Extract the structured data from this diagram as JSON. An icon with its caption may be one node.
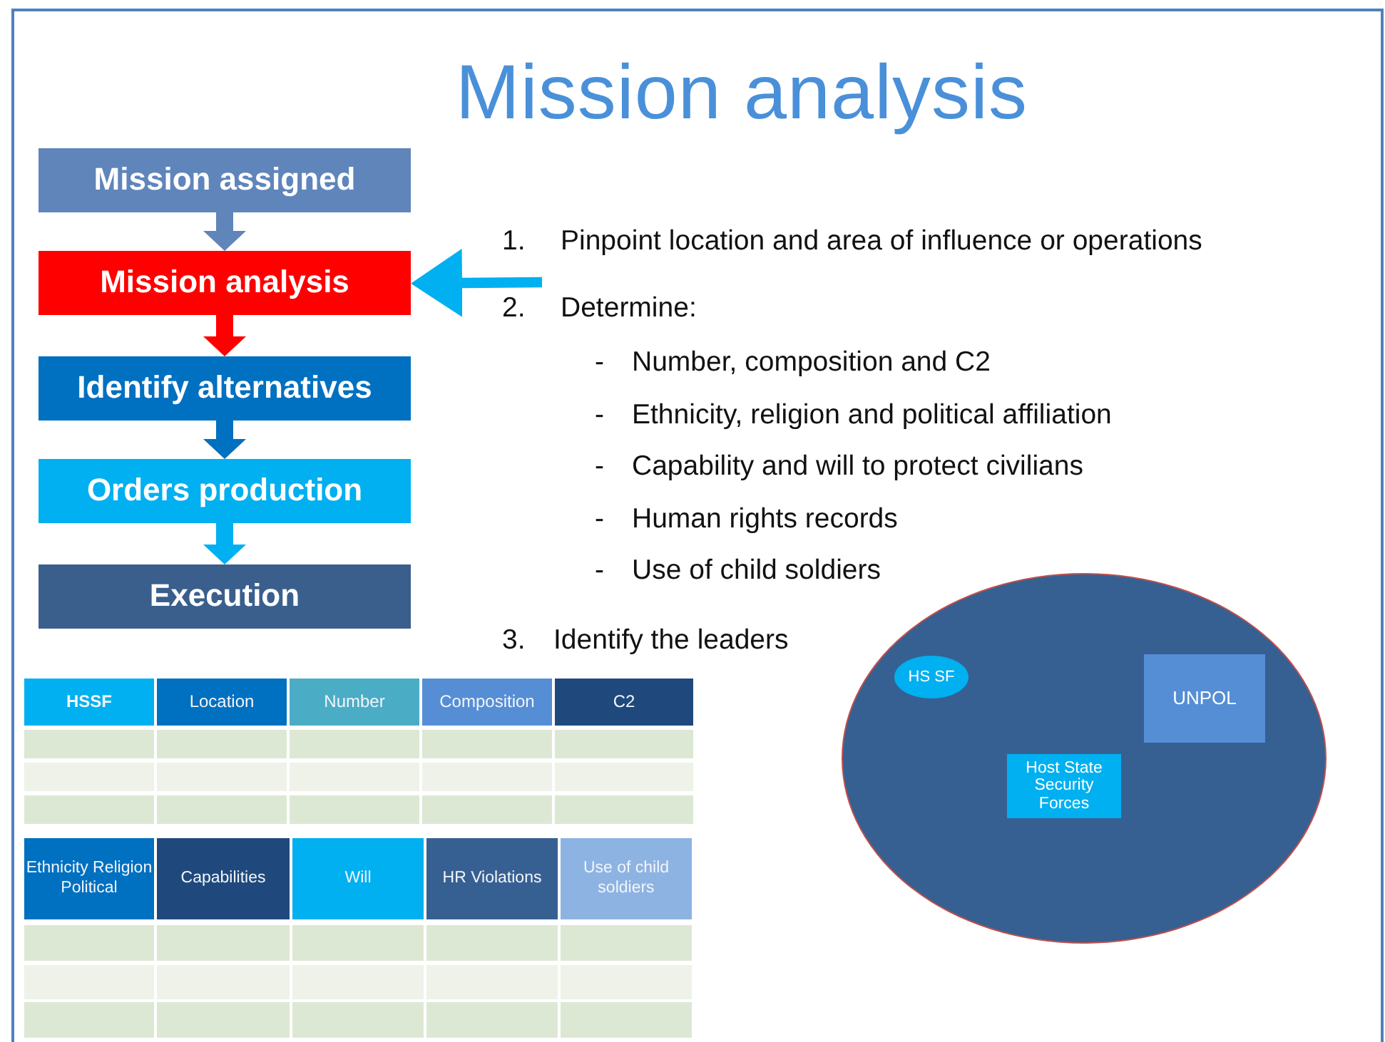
{
  "diagram": {
    "title": "Mission analysis",
    "nodes": [
      {
        "text": [
          "Mission assigned"
        ]
      },
      {
        "text": [
          "Mission analysis"
        ]
      },
      {
        "text": [
          "Identify alternatives"
        ]
      },
      {
        "text": [
          "Orders production"
        ]
      },
      {
        "text": [
          "Execution"
        ]
      },
      {
        "text": [],
        "shape": "circle"
      },
      {
        "text": [
          "HS SF"
        ],
        "in": 5
      },
      {
        "text": [
          "UNPOL"
        ],
        "in": 5
      },
      {
        "text": [
          "Host State Security Forces"
        ],
        "in": 5
      }
    ],
    "edges": [
      {
        "from": 0,
        "to": 1,
        "arrow": "to",
        "color": "#5f85bb"
      },
      {
        "from": 1,
        "to": 2,
        "arrow": "to",
        "color": "#ff0000"
      },
      {
        "from": 2,
        "to": 3,
        "arrow": "to",
        "color": "#0070c0"
      },
      {
        "from": 3,
        "to": 4,
        "arrow": "to",
        "color": "#00b0f0"
      },
      {
        "from": null,
        "to": 1,
        "arrow": "to",
        "color": "#00b0f0"
      }
    ],
    "labels": [
      "1.",
      "Pinpoint location and area of influence or operations",
      "2.",
      "Determine:",
      "-",
      "Number, composition and C2",
      "-",
      "Ethnicity, religion and political affiliation",
      "-",
      "Capability and will to protect civilians",
      "-",
      "Human rights records",
      "-",
      "Use of child soldiers",
      "3.",
      "Identify the leaders",
      "HSSF",
      "Location",
      "Number",
      "Composition",
      "C2",
      "Ethnicity Religion Political",
      "Capabilities",
      "Will",
      "HR Violations",
      "Use of child soldiers"
    ]
  }
}
